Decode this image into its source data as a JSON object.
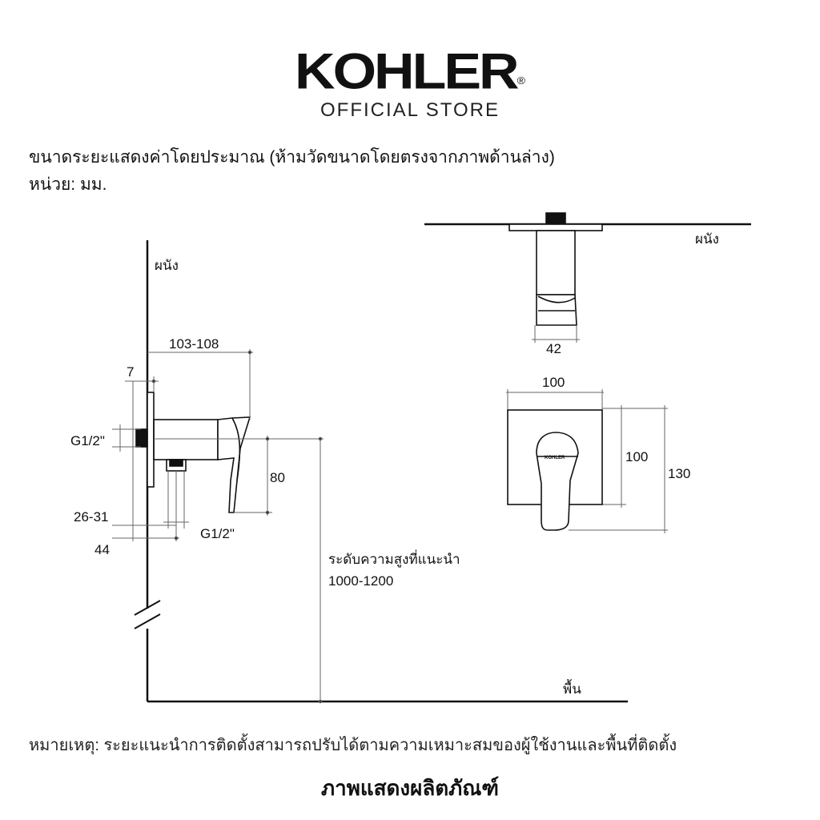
{
  "brand": {
    "wordmark": "KOHLER",
    "registered_mark": "®",
    "subtitle": "OFFICIAL STORE"
  },
  "notes": {
    "line1": "ขนาดระยะแสดงค่าโดยประมาณ (ห้ามวัดขนาดโดยตรงจากภาพด้านล่าง)",
    "line2": "หน่วย: มม."
  },
  "side_view": {
    "wall_label": "ผนัง",
    "floor_label": "พื้น",
    "dim_projection": "103-108",
    "dim_plate_offset": "7",
    "inlet_thread": "G1/2\"",
    "outlet_thread": "G1/2\"",
    "dim_height": "80",
    "dim_inlet_offset": "26-31",
    "dim_outlet_offset": "44",
    "recommended_height_label": "ระดับความสูงที่แนะนำ",
    "recommended_height_value": "1000-1200"
  },
  "top_view": {
    "wall_label": "ผนัง",
    "dim_handle_width": "42"
  },
  "front_view": {
    "dim_plate_width": "100",
    "dim_plate_height": "100",
    "dim_total_height": "130",
    "handle_brand": "KOHLER"
  },
  "footer": {
    "remark": "หมายเหตุ: ระยะแนะนำการติดตั้งสามารถปรับได้ตามความเหมาะสมของผู้ใช้งานและพื้นที่ติดตั้ง",
    "caption": "ภาพแสดงผลิตภัณฑ์"
  },
  "colors": {
    "line": "#111111",
    "dimension": "#555555"
  }
}
